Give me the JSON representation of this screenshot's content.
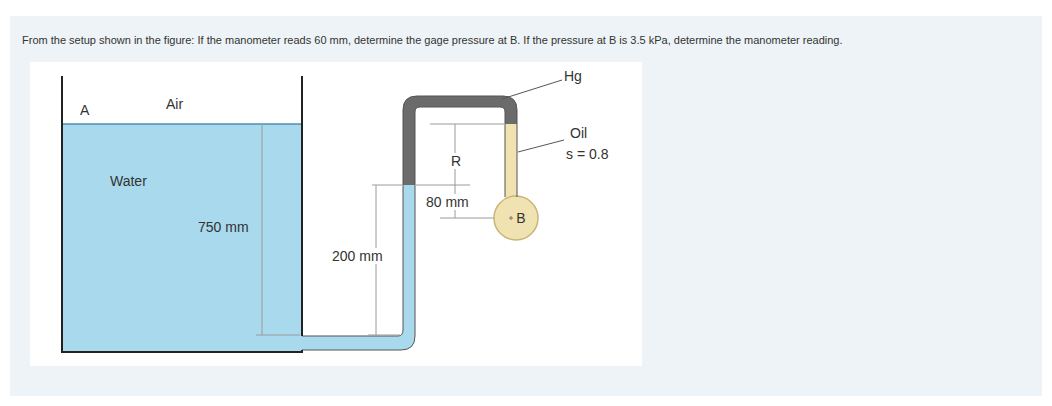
{
  "diagram": {
    "title": "From the setup shown in the figure: If the manometer reads 60 mm, determine the gage pressure at B. If the pressure at B is 3.5 kPa, determine the manometer reading.",
    "nodes": [
      {
        "text": [
          "B"
        ]
      }
    ],
    "labels": [
      "A",
      "Air",
      "Water",
      "750 mm",
      "200 mm",
      "R",
      "80 mm",
      "Hg",
      "Oil",
      "s = 0.8"
    ]
  }
}
